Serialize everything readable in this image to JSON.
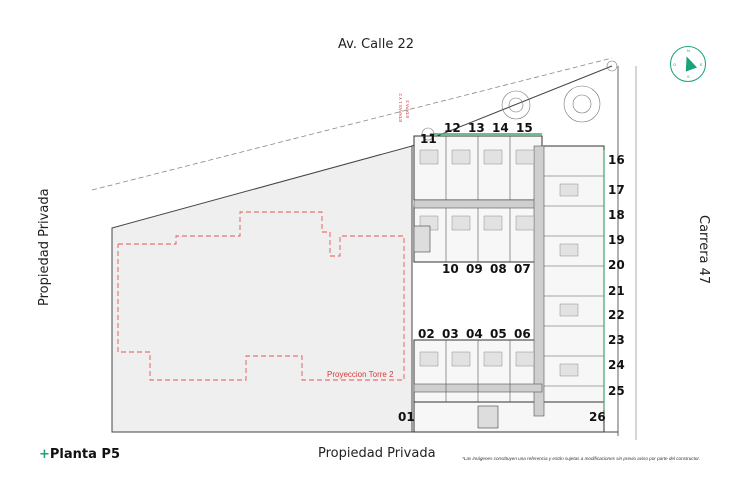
{
  "streets": {
    "top": "Av. Calle 22",
    "bottom": "Propiedad Privada",
    "left": "Propiedad Privada",
    "right": "Carrera 47"
  },
  "plan_title": {
    "plus": "+",
    "text": "Planta P5"
  },
  "disclaimer": "*Las imágenes constituyen una referencia y están sujetas a modificaciones sin previo aviso por parte del constructor.",
  "projection_label": "Proyeccion Torre 2",
  "etapa_labels": [
    "ETAPAS 1 Y 2",
    "ETAPA 3"
  ],
  "compass": {
    "n": "N",
    "s": "S",
    "e": "E",
    "w": "O"
  },
  "units": {
    "u01": "01",
    "u02": "02",
    "u03": "03",
    "u04": "04",
    "u05": "05",
    "u06": "06",
    "u07": "07",
    "u08": "08",
    "u09": "09",
    "u10": "10",
    "u11": "11",
    "u12": "12",
    "u13": "13",
    "u14": "14",
    "u15": "15",
    "u16": "16",
    "u17": "17",
    "u18": "18",
    "u19": "19",
    "u20": "20",
    "u21": "21",
    "u22": "22",
    "u23": "23",
    "u24": "24",
    "u25": "25",
    "u26": "26"
  },
  "colors": {
    "accent": "#1aa37a",
    "projection": "#d93a3a",
    "lot_fill": "#efefef"
  }
}
